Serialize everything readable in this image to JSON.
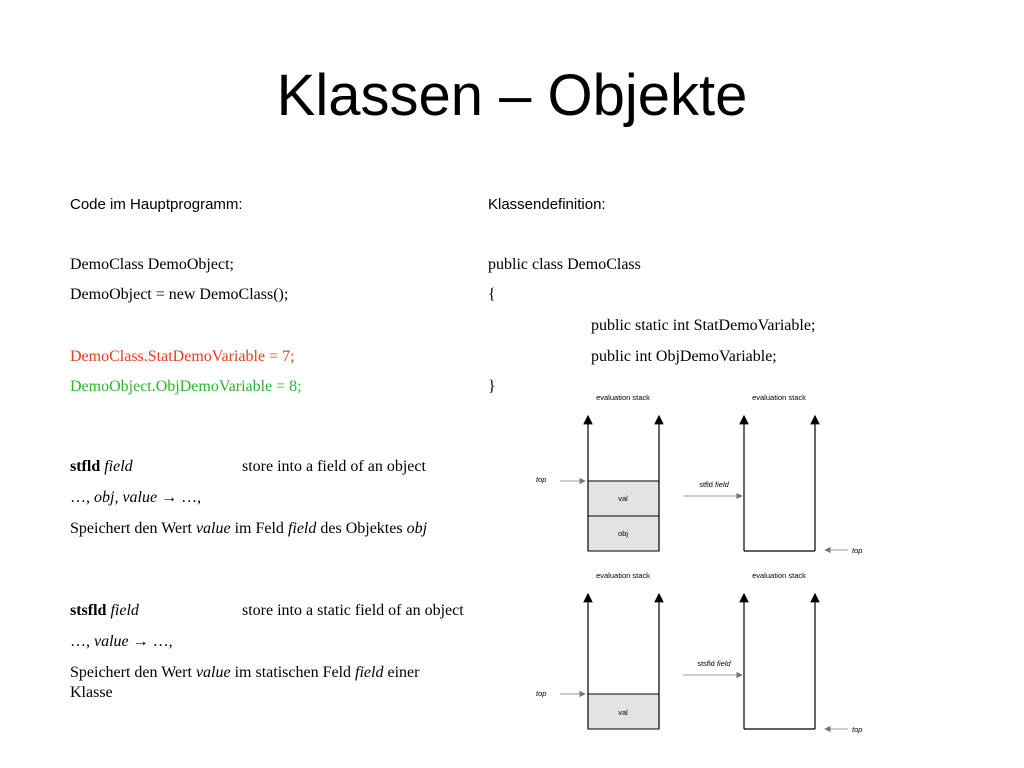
{
  "title": "Klassen – Objekte",
  "left": {
    "header": "Code im Hauptprogramm:",
    "line1": "DemoClass DemoObject;",
    "line2": "DemoObject = new DemoClass();",
    "line3": "DemoClass.StatDemoVariable = 7;",
    "line4": "DemoObject.ObjDemoVariable = 8;",
    "stfld": {
      "op": "stfld",
      "arg": "field",
      "desc": "store into a field of an object",
      "stack_prefix": "…, ",
      "stack_obj": "obj, value",
      "stack_arrow": " → …,",
      "expl_1": "Speichert den Wert ",
      "expl_value": "value",
      "expl_2": " im Feld ",
      "expl_field": "field",
      "expl_3": " des Objektes ",
      "expl_obj": "obj"
    },
    "stsfld": {
      "op": "stsfld",
      "arg": "field",
      "desc": "store into a static field of an object",
      "stack_prefix": "…, ",
      "stack_value": "value",
      "stack_arrow": " → …,",
      "expl_1": "Speichert den Wert ",
      "expl_value": "value",
      "expl_2": " im statischen Feld ",
      "expl_field": "field",
      "expl_3": " einer Klasse"
    }
  },
  "right": {
    "header": "Klassendefinition:",
    "line1": "public class DemoClass",
    "brace_open": "{",
    "line2": "public static int StatDemoVariable;",
    "line3": "public int ObjDemoVariable;",
    "brace_close": "}"
  },
  "diagram1": {
    "stack_label_left": "evaluation stack",
    "stack_label_right": "evaluation stack",
    "top_label_left": "top",
    "top_label_right": "top",
    "cell_val": "val",
    "cell_obj": "obj",
    "op_name": "stfld",
    "op_arg": "field"
  },
  "diagram2": {
    "stack_label_left": "evaluation stack",
    "stack_label_right": "evaluation stack",
    "top_label_left": "top",
    "top_label_right": "top",
    "cell_val": "val",
    "op_name": "stsfld",
    "op_arg": "field"
  }
}
